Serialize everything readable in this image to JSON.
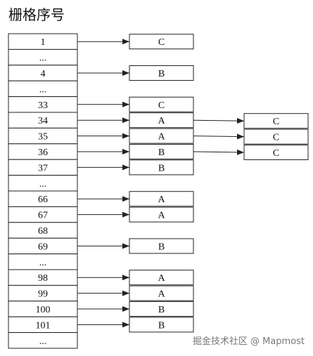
{
  "title": "栅格序号",
  "grid_cells": [
    "1",
    "...",
    "4",
    "...",
    "33",
    "34",
    "35",
    "36",
    "37",
    "...",
    "66",
    "67",
    "68",
    "69",
    "...",
    "98",
    "99",
    "100",
    "101",
    "..."
  ],
  "level1_nodes": [
    {
      "row": 0,
      "label": "C"
    },
    {
      "row": 2,
      "label": "B"
    },
    {
      "row": 4,
      "label": "C"
    },
    {
      "row": 5,
      "label": "A"
    },
    {
      "row": 6,
      "label": "A"
    },
    {
      "row": 7,
      "label": "B"
    },
    {
      "row": 8,
      "label": "B"
    },
    {
      "row": 10,
      "label": "A"
    },
    {
      "row": 11,
      "label": "A"
    },
    {
      "row": 13,
      "label": "B"
    },
    {
      "row": 15,
      "label": "A"
    },
    {
      "row": 16,
      "label": "A"
    },
    {
      "row": 17,
      "label": "B"
    },
    {
      "row": 18,
      "label": "B"
    }
  ],
  "level2_nodes": [
    {
      "row": 5,
      "label": "C"
    },
    {
      "row": 6,
      "label": "C"
    },
    {
      "row": 7,
      "label": "C"
    }
  ],
  "watermark": "掘金技术社区 @ Mapmost"
}
